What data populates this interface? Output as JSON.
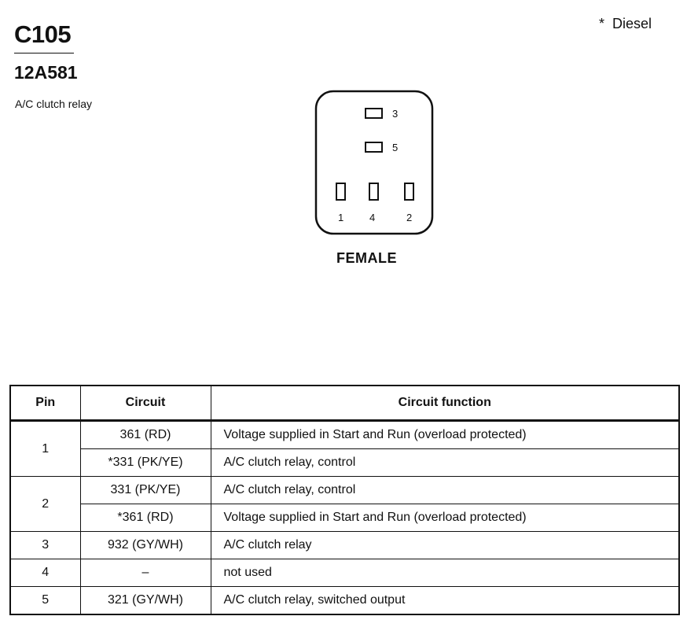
{
  "connector": {
    "id": "C105",
    "part_number": "12A581",
    "description": "A/C clutch relay",
    "footnote": "*  Diesel",
    "gender_label": "FEMALE",
    "pin_labels": {
      "pin3": "3",
      "pin5": "5",
      "pin1": "1",
      "pin4": "4",
      "pin2": "2"
    }
  },
  "table": {
    "headers": {
      "pin": "Pin",
      "circuit": "Circuit",
      "function": "Circuit function"
    },
    "rows": [
      {
        "pin": "1",
        "circuit": "361 (RD)",
        "function": "Voltage supplied in Start and Run (overload protected)"
      },
      {
        "circuit": "*331 (PK/YE)",
        "function": "A/C clutch relay, control"
      },
      {
        "pin": "2",
        "circuit": "331 (PK/YE)",
        "function": "A/C clutch relay, control"
      },
      {
        "circuit": "*361 (RD)",
        "function": "Voltage supplied in Start and Run (overload protected)"
      },
      {
        "pin": "3",
        "circuit": "932 (GY/WH)",
        "function": "A/C clutch relay"
      },
      {
        "pin": "4",
        "circuit": "–",
        "function": "not used"
      },
      {
        "pin": "5",
        "circuit": "321 (GY/WH)",
        "function": "A/C clutch relay, switched output"
      }
    ]
  }
}
